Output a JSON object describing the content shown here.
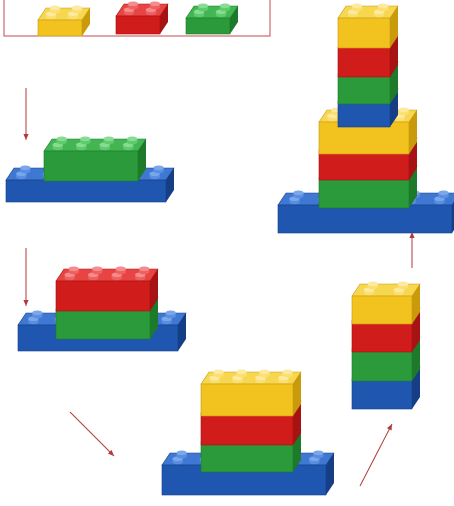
{
  "colors": {
    "blue": {
      "front": "#1f56b0",
      "side": "#153e86",
      "top": "#3f78d2",
      "stud": "#5a8ee0",
      "studTop": "#7aa6ea"
    },
    "green": {
      "front": "#2a9a3a",
      "side": "#1d7a2b",
      "top": "#43b653",
      "stud": "#5ecb6d",
      "studTop": "#86dc93"
    },
    "red": {
      "front": "#d11c1c",
      "side": "#a71212",
      "top": "#e84444",
      "stud": "#ee6161",
      "studTop": "#f58b8b"
    },
    "yellow": {
      "front": "#f2c21e",
      "side": "#c89a0c",
      "top": "#f7d650",
      "stud": "#fadf72",
      "studTop": "#fde9a0"
    },
    "arrow": "#b23a3a",
    "frame": "#c44a4a"
  },
  "legend": {
    "bricks": [
      {
        "color": "yellow",
        "studs": 2
      },
      {
        "color": "red",
        "studs": 2
      },
      {
        "color": "green",
        "studs": 2
      }
    ]
  },
  "steps": [
    {
      "id": "step-1",
      "bricks": [
        {
          "color": "blue",
          "studs": 6
        },
        {
          "color": "green",
          "studs": 4
        }
      ]
    },
    {
      "id": "step-2",
      "bricks": [
        {
          "color": "blue",
          "studs": 6
        },
        {
          "color": "green",
          "studs": 4
        },
        {
          "color": "red",
          "studs": 4
        }
      ]
    },
    {
      "id": "step-3",
      "bricks": [
        {
          "color": "blue",
          "studs": 6
        },
        {
          "color": "green",
          "studs": 4
        },
        {
          "color": "red",
          "studs": 4
        },
        {
          "color": "yellow",
          "studs": 4
        }
      ]
    },
    {
      "id": "step-4",
      "bricks": [
        {
          "color": "blue",
          "studs": 2
        },
        {
          "color": "green",
          "studs": 2
        },
        {
          "color": "red",
          "studs": 2
        },
        {
          "color": "yellow",
          "studs": 2
        }
      ]
    },
    {
      "id": "step-5",
      "bricks": [
        {
          "color": "blue",
          "studs": 6
        },
        {
          "color": "green",
          "studs": 4
        },
        {
          "color": "red",
          "studs": 4
        },
        {
          "color": "yellow",
          "studs": 4
        },
        {
          "color": "blue",
          "studs": 2
        },
        {
          "color": "green",
          "studs": 2
        },
        {
          "color": "red",
          "studs": 2
        },
        {
          "color": "yellow",
          "studs": 2
        }
      ]
    }
  ]
}
